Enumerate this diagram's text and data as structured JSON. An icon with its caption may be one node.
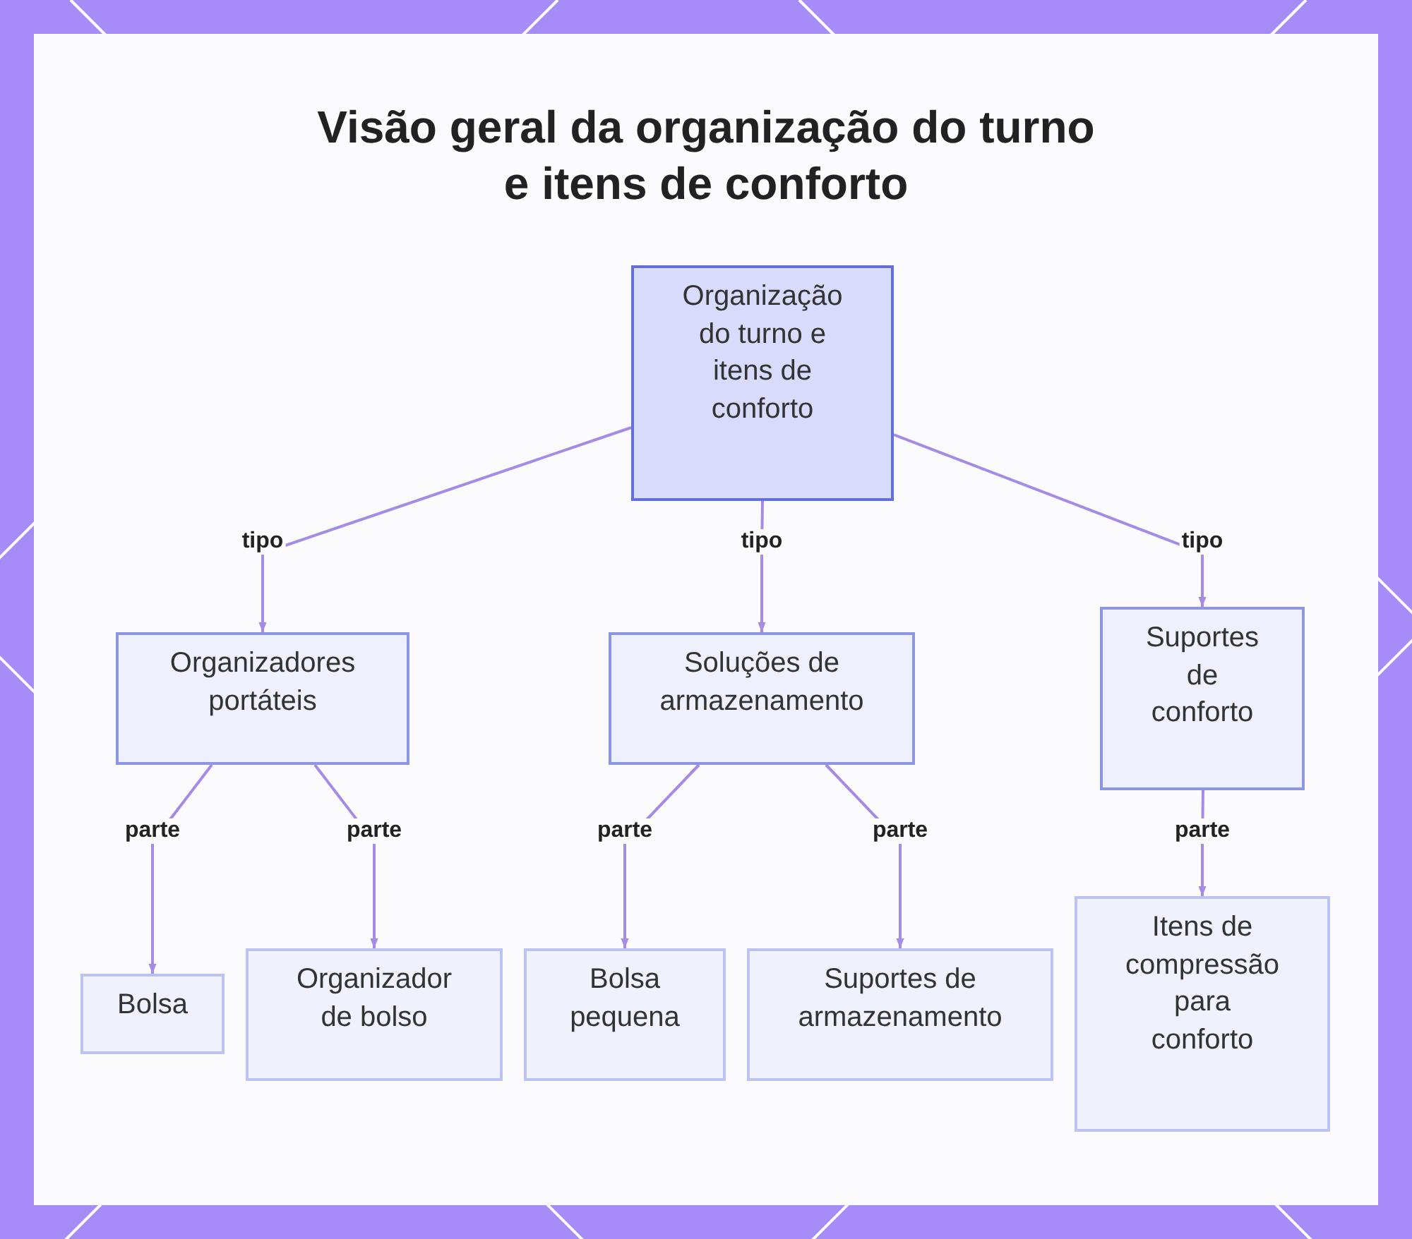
{
  "diagram": {
    "title": "Visão geral da organização do turno e itens de conforto",
    "nodes": [
      {
        "text": [
          "Organização do turno e itens de conforto"
        ]
      },
      {
        "text": [
          "Organizadores portáteis"
        ]
      },
      {
        "text": [
          "Soluções de armazenamento"
        ]
      },
      {
        "text": [
          "Suportes de conforto"
        ]
      },
      {
        "text": [
          "Bolsa"
        ]
      },
      {
        "text": [
          "Organizador de bolso"
        ]
      },
      {
        "text": [
          "Bolsa pequena"
        ]
      },
      {
        "text": [
          "Suportes de armazenamento"
        ]
      },
      {
        "text": [
          "Itens de compressão para conforto"
        ]
      }
    ],
    "edges": [
      {
        "from": 0,
        "to": 1,
        "arrow": "to",
        "label": "tipo"
      },
      {
        "from": 0,
        "to": 2,
        "arrow": "to",
        "label": "tipo"
      },
      {
        "from": 0,
        "to": 3,
        "arrow": "to",
        "label": "tipo"
      },
      {
        "from": 1,
        "to": 4,
        "arrow": "to",
        "label": "parte"
      },
      {
        "from": 1,
        "to": 5,
        "arrow": "to",
        "label": "parte"
      },
      {
        "from": 2,
        "to": 6,
        "arrow": "to",
        "label": "parte"
      },
      {
        "from": 2,
        "to": 7,
        "arrow": "to",
        "label": "parte"
      },
      {
        "from": 3,
        "to": 8,
        "arrow": "to",
        "label": "parte"
      }
    ]
  }
}
